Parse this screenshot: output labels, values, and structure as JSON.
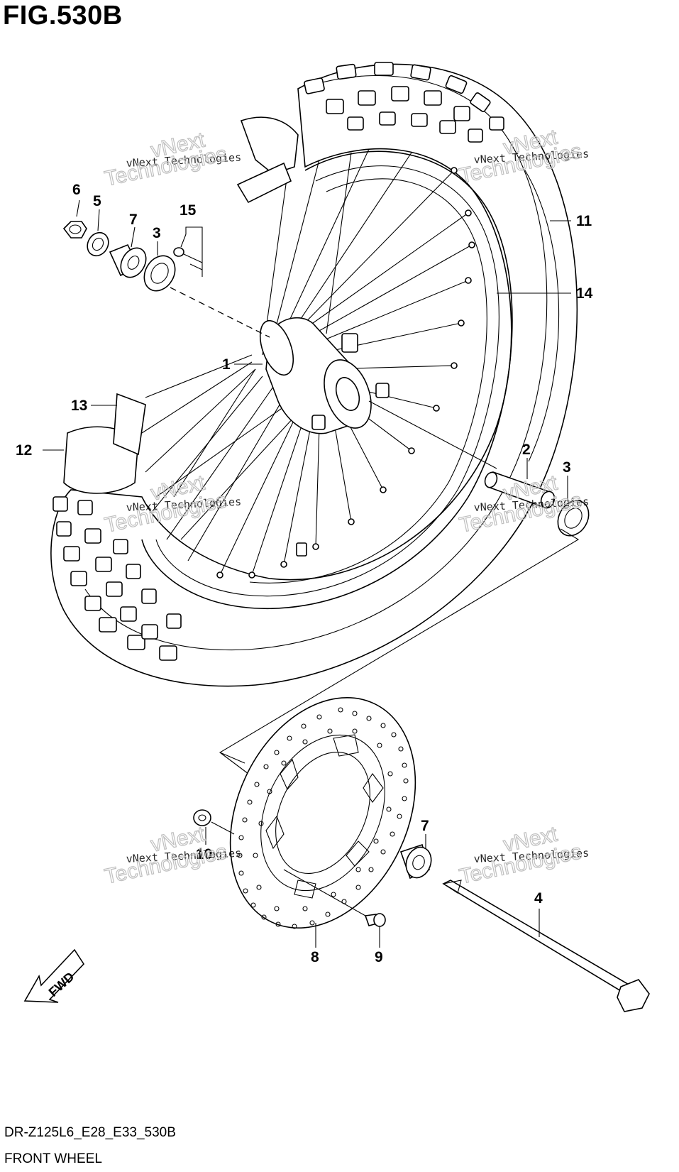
{
  "figure": {
    "title": "FIG.530B",
    "model_code": "DR-Z125L6_E28_E33_530B",
    "name": "FRONT WHEEL"
  },
  "callouts": {
    "c1": "1",
    "c2": "2",
    "c3a": "3",
    "c3b": "3",
    "c4": "4",
    "c5": "5",
    "c6": "6",
    "c7a": "7",
    "c7b": "7",
    "c8": "8",
    "c9": "9",
    "c10": "10",
    "c11": "11",
    "c12": "12",
    "c13": "13",
    "c14": "14",
    "c15": "15"
  },
  "fwd_label": "FWD",
  "watermark": {
    "line1": "vNext Technologies",
    "big": "Technologies",
    "small_top": "vNext"
  }
}
